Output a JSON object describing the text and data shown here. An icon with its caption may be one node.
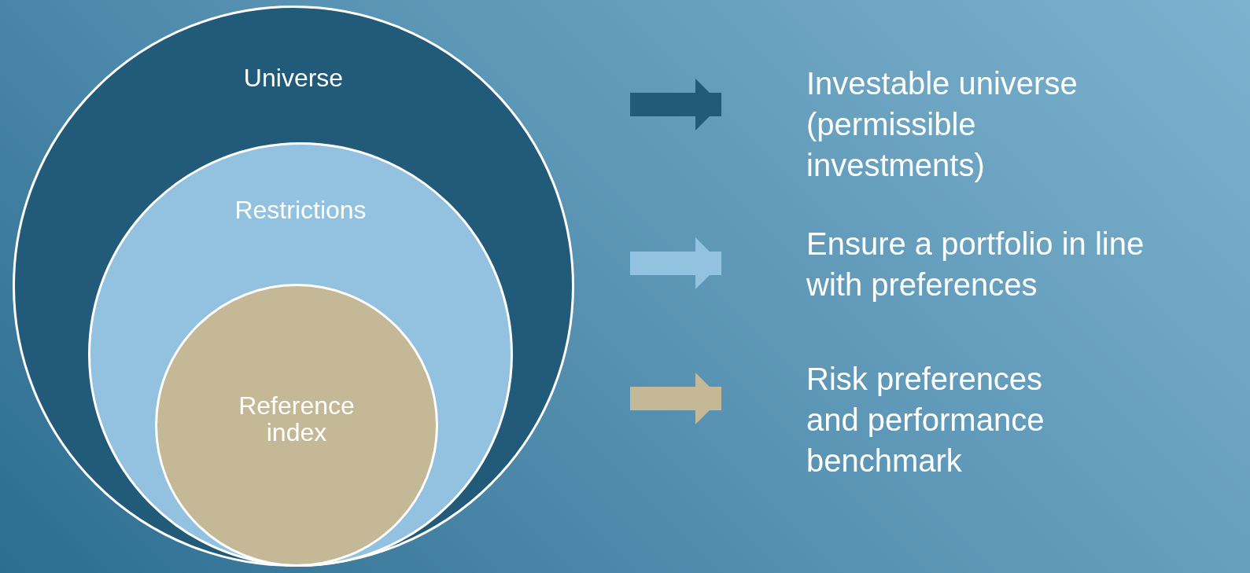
{
  "diagram": {
    "nodes": [
      {
        "text": [
          "Universe"
        ]
      },
      {
        "text": [
          "Restrictions"
        ],
        "in": 0
      },
      {
        "text": [
          "Reference index"
        ],
        "in": 1
      },
      {
        "text": [
          "Investable universe (permissible investments)"
        ]
      },
      {
        "text": [
          "Ensure a portfolio in line with preferences"
        ]
      },
      {
        "text": [
          "Risk preferences and performance benchmark"
        ]
      }
    ],
    "edges": [
      {
        "from": null,
        "to": 3,
        "arrow": "to",
        "color": "#225a7a"
      },
      {
        "from": null,
        "to": 4,
        "arrow": "to",
        "color": "#92c2e0"
      },
      {
        "from": null,
        "to": 5,
        "arrow": "to",
        "color": "#c4b896"
      }
    ]
  }
}
